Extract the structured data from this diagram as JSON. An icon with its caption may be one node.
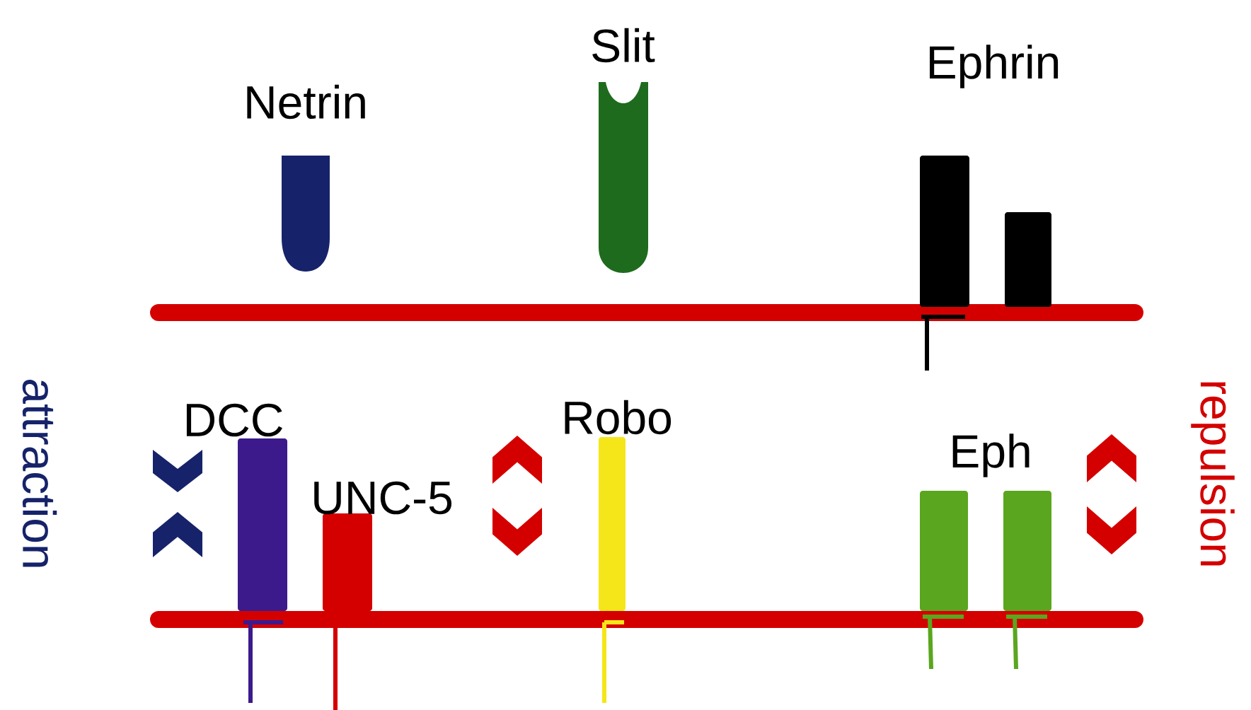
{
  "diagram": {
    "labels": [
      "Slit",
      "Netrin",
      "Ephrin",
      "DCC",
      "Robo",
      "Eph",
      "attraction",
      "repulsion",
      "UNC-5"
    ]
  }
}
